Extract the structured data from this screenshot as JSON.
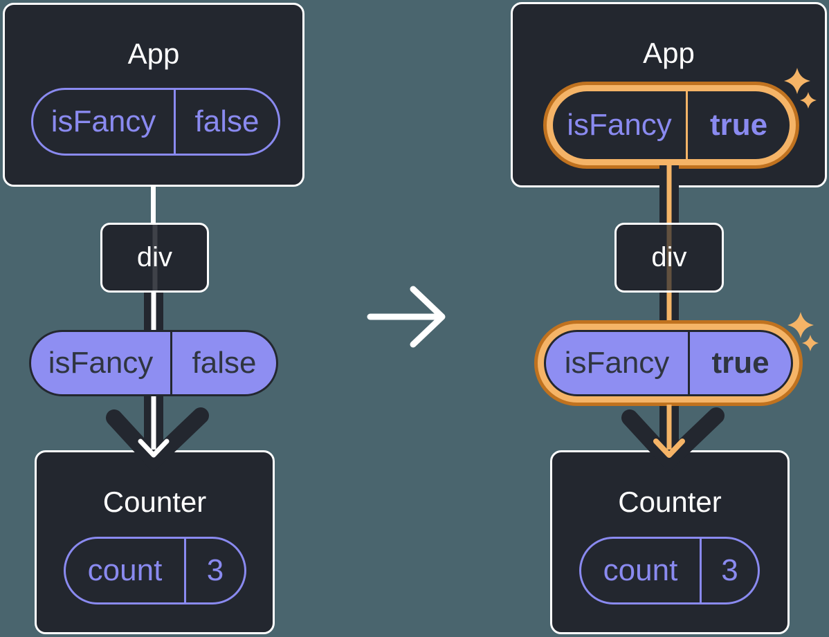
{
  "colors": {
    "background": "#4a656e",
    "node_fill": "#23272f",
    "node_border": "#ffffff",
    "purple_outline": "#8a8af0",
    "purple_fill": "#8e8ef2",
    "dark_text": "#2f3540",
    "highlight_orange": "#f5b467",
    "highlight_orange_dark": "#c0721f",
    "arrow_dark": "#23272f",
    "arrow_white": "#ffffff"
  },
  "left_tree": {
    "app": {
      "title": "App",
      "prop": {
        "name": "isFancy",
        "value": "false"
      }
    },
    "div_node": {
      "label": "div"
    },
    "passed_prop": {
      "name": "isFancy",
      "value": "false"
    },
    "counter": {
      "title": "Counter",
      "state": {
        "name": "count",
        "value": "3"
      }
    }
  },
  "right_tree": {
    "app": {
      "title": "App",
      "prop": {
        "name": "isFancy",
        "value": "true"
      }
    },
    "div_node": {
      "label": "div"
    },
    "passed_prop": {
      "name": "isFancy",
      "value": "true"
    },
    "counter": {
      "title": "Counter",
      "state": {
        "name": "count",
        "value": "3"
      }
    }
  }
}
